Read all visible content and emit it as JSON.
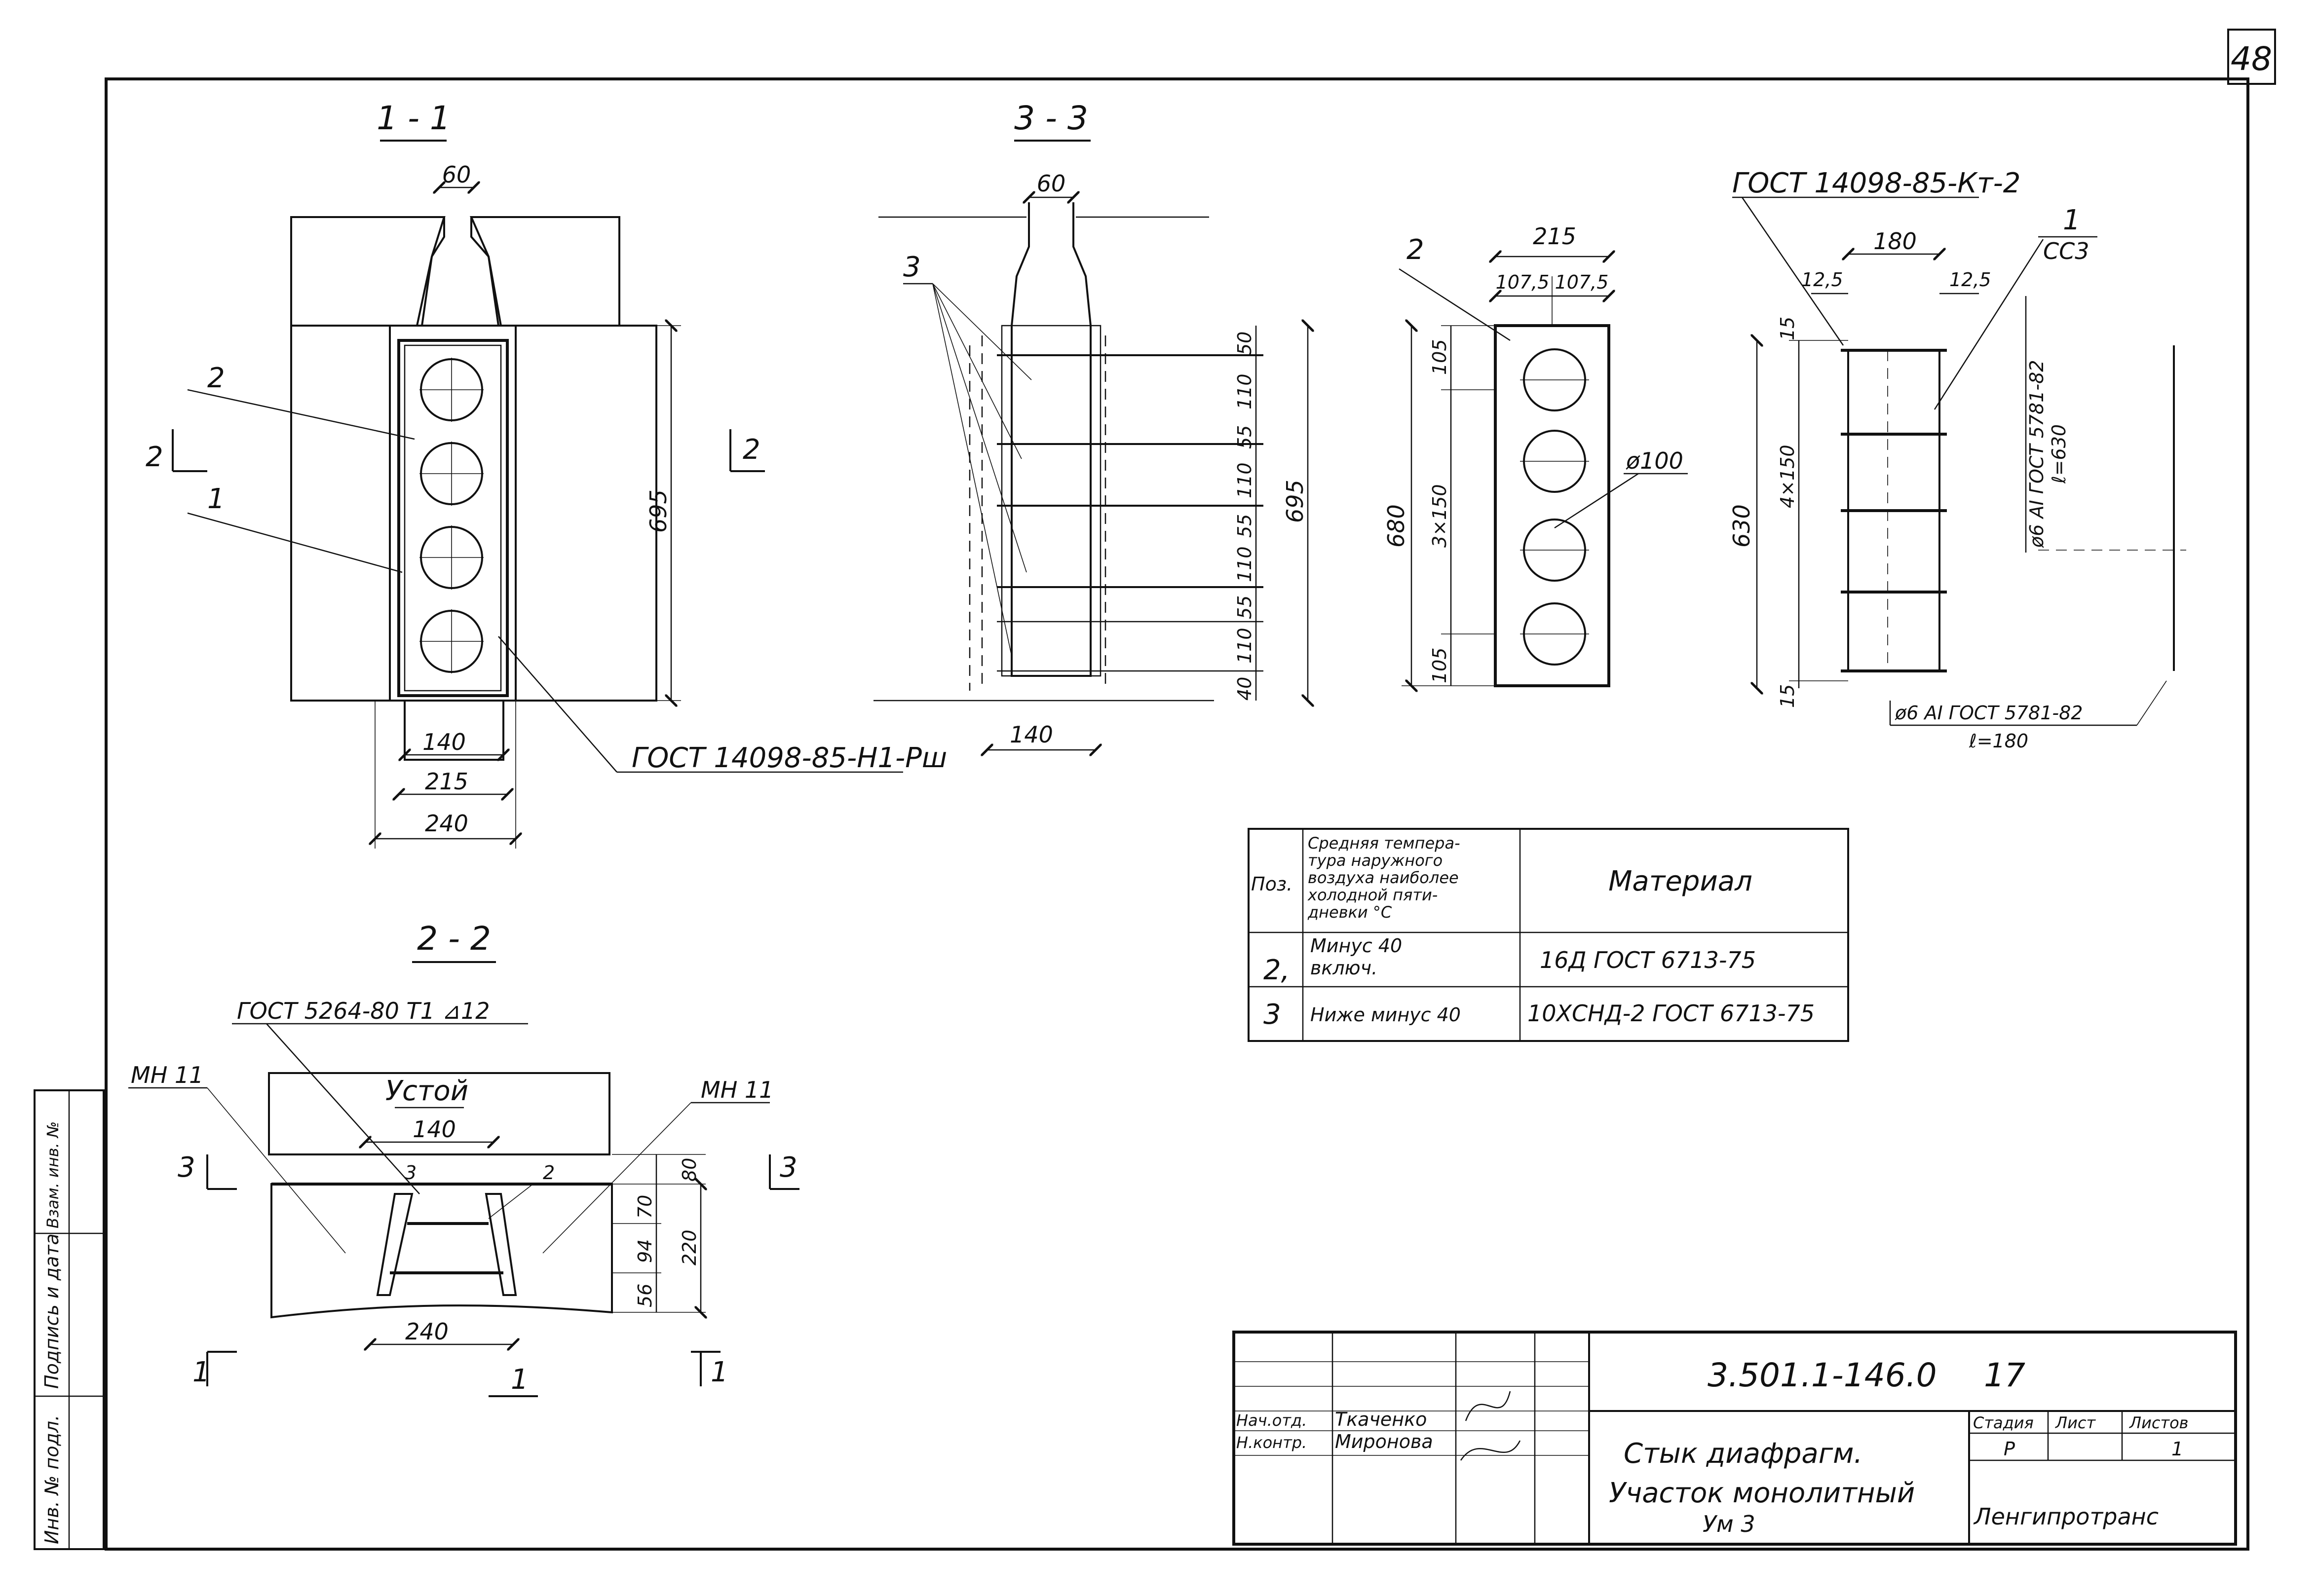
{
  "sheet_number": "48",
  "sections": {
    "s11": {
      "title": "1 - 1",
      "dims": {
        "top": "60",
        "height": "695",
        "w140": "140",
        "w215": "215",
        "w240": "240"
      },
      "callouts": {
        "one": "1",
        "two": "2"
      },
      "cut_mark": "2",
      "mesh_label": "ГОСТ 14098-85-Н1-Рш"
    },
    "s33": {
      "title": "3 - 3",
      "dims": {
        "top": "60",
        "bottom": "140",
        "total": "695",
        "stack": [
          "50",
          "110",
          "55",
          "110",
          "55",
          "110",
          "55",
          "110",
          "40"
        ]
      },
      "callout": "3"
    },
    "plate": {
      "callout": "2",
      "dims": {
        "w": "215",
        "w_half_left": "107,5",
        "w_half_right": "107,5",
        "h": "680",
        "pitch": "3×150",
        "edge_top": "105",
        "edge_bottom": "105",
        "hole": "ø100"
      }
    },
    "frame": {
      "label": "ГОСТ 14098-85-Кт-2",
      "callout": "1",
      "callout_sub": "СС3",
      "dims": {
        "w": "180",
        "m_left": "12,5",
        "m_right": "12,5",
        "h": "630",
        "pitch": "4×150",
        "e_top": "15",
        "e_bottom": "15"
      },
      "bar_vertical": "ø6 АI ГОСТ 5781-82",
      "bar_vertical_len": "ℓ=630",
      "bar_horizontal": "ø6 АI ГОСТ 5781-82",
      "bar_horizontal_len": "ℓ=180"
    },
    "s22": {
      "title": "2 - 2",
      "weld_label": "ГОСТ 5264-80 Т1 ⊿12",
      "mn_left": "МН 11",
      "mn_right": "МН 11",
      "abutment": "Устой",
      "dims": {
        "top": "140",
        "bottom": "240",
        "d80": "80",
        "d70": "70",
        "d220": "220",
        "d94": "94",
        "d56": "56"
      },
      "callout_3": "3",
      "callout_2": "2",
      "cut_3": "3",
      "cut_1": "1",
      "bottom_mark": "1"
    }
  },
  "materials_table": {
    "headers": {
      "pos": "Поз.",
      "temp": [
        "Средняя темпера-",
        "тура наружного",
        "воздуха наиболее",
        "холодной пяти-",
        "дневки °С"
      ],
      "material": "Материал"
    },
    "rows": [
      {
        "pos": "2,",
        "temp": [
          "Минус 40",
          "включ."
        ],
        "material": "16Д ГОСТ 6713-75"
      },
      {
        "pos": "3",
        "temp": [
          "Ниже минус 40"
        ],
        "material": "10ХСНД-2 ГОСТ 6713-75"
      }
    ]
  },
  "title_block": {
    "code": "3.501.1-146.0",
    "sheet": "17",
    "roles": [
      "Нач.отд.",
      "Н.контр."
    ],
    "names": [
      "Ткаченко",
      "Миронова"
    ],
    "title_lines": [
      "Стык диафрагм.",
      "Участок монолитный",
      "Ум 3"
    ],
    "col_stage": "Стадия",
    "col_sheet": "Лист",
    "col_sheets": "Листов",
    "stage": "Р",
    "sheets": "1",
    "org": "Ленгипротранс"
  },
  "left_strip": {
    "labels": [
      "Инв. № подл.",
      "Подпись и дата",
      "Взам. инв. №"
    ]
  }
}
